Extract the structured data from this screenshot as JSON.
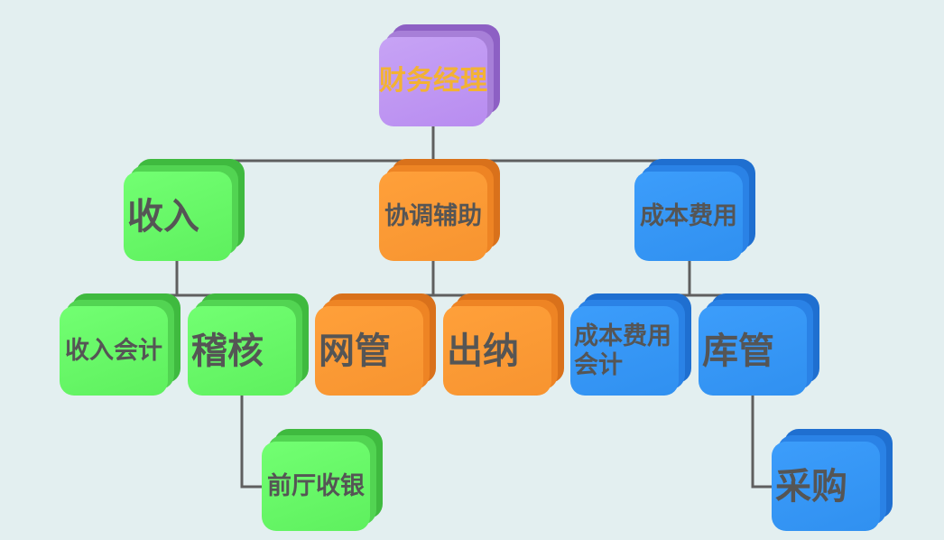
{
  "nodes": {
    "finance_manager": "财务经理",
    "income": "收入",
    "coordination": "协调辅助",
    "cost": "成本费用",
    "income_accountant": "收入会计",
    "audit": "稽核",
    "network_admin": "网管",
    "cashier": "出纳",
    "cost_accountant": "成本费用会计",
    "warehouse": "库管",
    "front_desk_cashier": "前厅收银",
    "procurement": "采购"
  },
  "colors": {
    "background": "#e3eff0",
    "connector": "#5f5f5f",
    "purple": "#b88cf0",
    "green": "#5ef05e",
    "orange": "#f79430",
    "blue": "#3090f0",
    "label_text": "#555555",
    "top_label_text": "#f3b233"
  }
}
